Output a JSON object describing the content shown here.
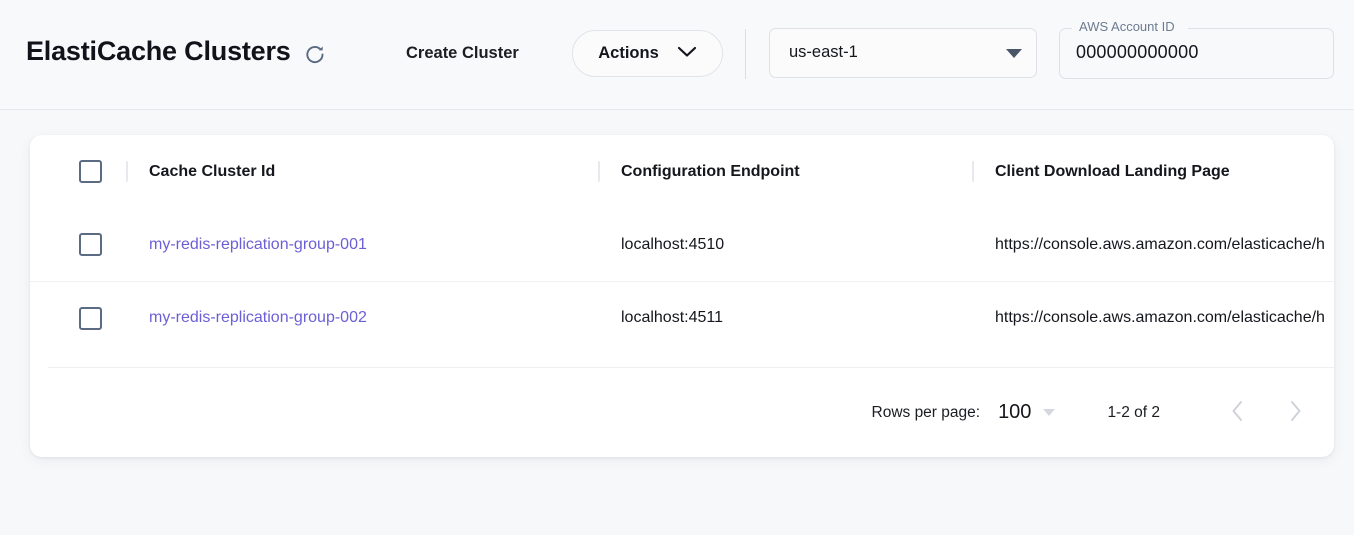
{
  "header": {
    "title": "ElastiCache Clusters",
    "refresh_icon": "refresh-icon",
    "create_cluster_label": "Create Cluster",
    "actions_label": "Actions",
    "actions_caret_icon": "chevron-down-icon",
    "region": {
      "value": "us-east-1",
      "caret_icon": "caret-down-icon"
    },
    "account": {
      "label": "AWS Account ID",
      "value": "000000000000"
    }
  },
  "table": {
    "columns": [
      "Cache Cluster Id",
      "Configuration Endpoint",
      "Client Download Landing Page"
    ],
    "rows": [
      {
        "cluster_id": "my-redis-replication-group-001",
        "endpoint": "localhost:4510",
        "landing_page": "https://console.aws.amazon.com/elasticache/h"
      },
      {
        "cluster_id": "my-redis-replication-group-002",
        "endpoint": "localhost:4511",
        "landing_page": "https://console.aws.amazon.com/elasticache/h"
      }
    ]
  },
  "pagination": {
    "rows_per_page_label": "Rows per page:",
    "rows_per_page_value": "100",
    "range_label": "1-2 of 2",
    "prev_icon": "chevron-left-icon",
    "next_icon": "chevron-right-icon"
  },
  "colors": {
    "page_background": "#f7f8fa",
    "card_background": "#ffffff",
    "link": "#6b5fd6",
    "checkbox_border": "#5c6b84",
    "text": "#15171d",
    "muted": "#6d7b90"
  }
}
